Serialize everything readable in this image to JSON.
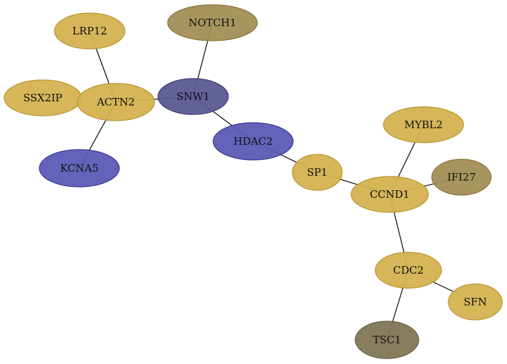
{
  "colors": {
    "gold": "#D4B250",
    "gold_stroke": "#B8942E",
    "olive": "#A38E55",
    "olive_stroke": "#857238",
    "dark_olive": "#827656",
    "dark_olive_stroke": "#655A3C",
    "blue": "#5B5BB5",
    "blue_stroke": "#3A3A95",
    "dark_blue": "#5A5892",
    "dark_blue_stroke": "#3F3D75",
    "edge": "#000000"
  },
  "nodes": {
    "notch1": {
      "label": "NOTCH1",
      "color": "olive"
    },
    "lrp12": {
      "label": "LRP12",
      "color": "gold"
    },
    "ssx2ip": {
      "label": "SSX2IP",
      "color": "gold"
    },
    "actn2": {
      "label": "ACTN2",
      "color": "gold"
    },
    "snw1": {
      "label": "SNW1",
      "color": "dark_blue"
    },
    "kcna5": {
      "label": "KCNA5",
      "color": "blue"
    },
    "hdac2": {
      "label": "HDAC2",
      "color": "blue"
    },
    "sp1": {
      "label": "SP1",
      "color": "gold"
    },
    "mybl2": {
      "label": "MYBL2",
      "color": "gold"
    },
    "ifi27": {
      "label": "IFI27",
      "color": "olive"
    },
    "ccnd1": {
      "label": "CCND1",
      "color": "gold"
    },
    "cdc2": {
      "label": "CDC2",
      "color": "gold"
    },
    "sfn": {
      "label": "SFN",
      "color": "gold"
    },
    "tsc1": {
      "label": "TSC1",
      "color": "dark_olive"
    }
  },
  "edges": [
    [
      "lrp12",
      "actn2"
    ],
    [
      "notch1",
      "snw1"
    ],
    [
      "actn2",
      "snw1"
    ],
    [
      "actn2",
      "kcna5"
    ],
    [
      "snw1",
      "hdac2"
    ],
    [
      "hdac2",
      "sp1"
    ],
    [
      "sp1",
      "ccnd1"
    ],
    [
      "ccnd1",
      "mybl2"
    ],
    [
      "ccnd1",
      "ifi27"
    ],
    [
      "ccnd1",
      "cdc2"
    ],
    [
      "cdc2",
      "sfn"
    ],
    [
      "cdc2",
      "tsc1"
    ]
  ]
}
